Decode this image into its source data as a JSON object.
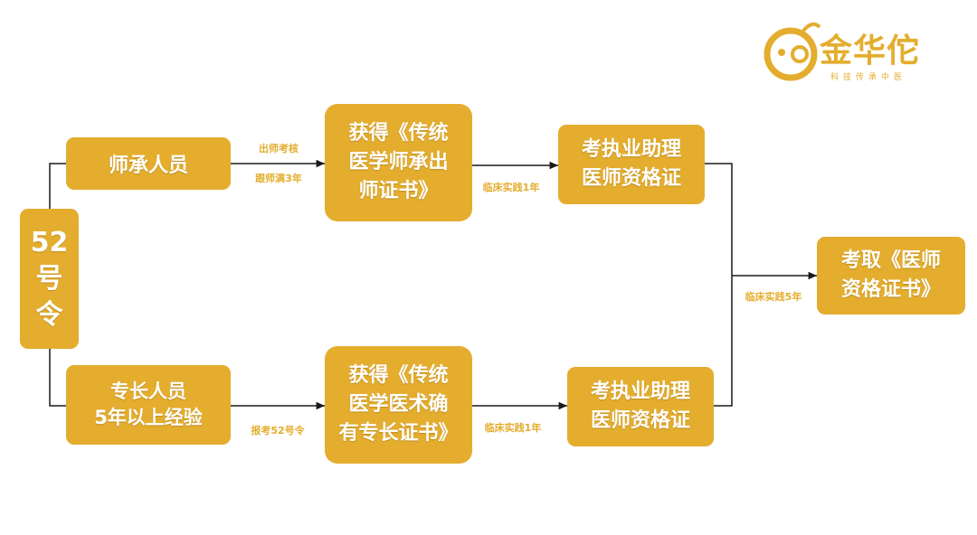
{
  "logo": {
    "name": "金华佗",
    "subtitle": "科技传承中医",
    "color": "#e4ad2e"
  },
  "nodes": {
    "order52": "52\n号\n令",
    "apprentice": "师承人员",
    "specialist": "专长人员\n5年以上经验",
    "cert_apprentice": "获得《传统\n医学师承出\n师证书》",
    "cert_specialist": "获得《传统\n医学医术确\n有专长证书》",
    "assistant_exam_top": "考执业助理\n医师资格证",
    "assistant_exam_bottom": "考执业助理\n医师资格证",
    "final": "考取《医师\n资格证书》"
  },
  "edge_labels": {
    "apprentice_top": "出师考核",
    "apprentice_bottom": "跟师满3年",
    "specialist": "报考52号令",
    "practice_top": "临床实践1年",
    "practice_bottom": "临床实践1年",
    "practice_final": "临床实践5年"
  },
  "colors": {
    "box": "#e4ad2e",
    "line": "#1a1a1a"
  }
}
